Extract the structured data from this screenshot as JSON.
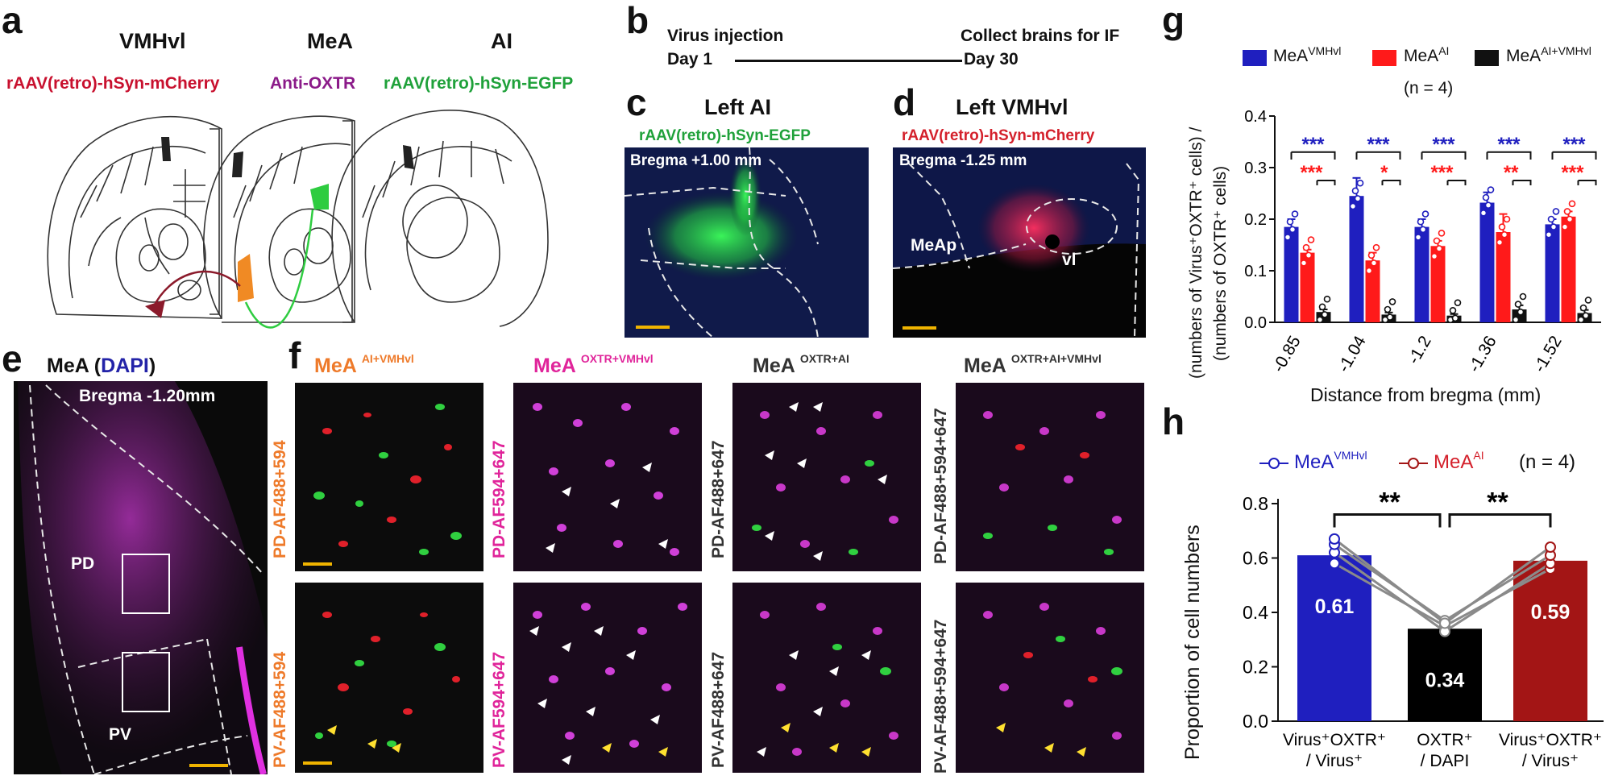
{
  "panel_a": {
    "label": "a",
    "regions": [
      "VMHvl",
      "MeA",
      "AI"
    ],
    "virus_left": "rAAV(retro)-hSyn-mCherry",
    "antibody": "Anti-OXTR",
    "virus_right": "rAAV(retro)-hSyn-EGFP"
  },
  "panel_b": {
    "label": "b",
    "left_title": "Virus injection",
    "left_day": "Day 1",
    "right_title": "Collect brains for IF",
    "right_day": "Day 30"
  },
  "panel_c": {
    "label": "c",
    "title": "Left AI",
    "virus": "rAAV(retro)-hSyn-EGFP",
    "bregma": "Bregma +1.00 mm"
  },
  "panel_d": {
    "label": "d",
    "title": "Left VMHvl",
    "virus": "rAAV(retro)-hSyn-mCherry",
    "bregma": "Bregma -1.25 mm",
    "region_meap": "MeAp",
    "region_vl": "vl"
  },
  "panel_e": {
    "label": "e",
    "title_prefix": "MeA (",
    "title_dapi": "DAPI",
    "title_suffix": ")",
    "bregma": "Bregma -1.20mm",
    "region_pd": "PD",
    "region_pv": "PV"
  },
  "panel_f": {
    "label": "f",
    "columns": [
      {
        "main": "MeA ",
        "sup": "AI+VMHvl",
        "color": "#ee7a2a",
        "top_label": "PD-AF488+594",
        "bottom_label": "PV-AF488+594"
      },
      {
        "main": "MeA ",
        "sup": "OXTR+VMHvl",
        "color": "#e0249a",
        "top_label": "PD-AF594+647",
        "bottom_label": "PV-AF594+647"
      },
      {
        "main": "MeA ",
        "sup": "OXTR+AI",
        "color": "#333333",
        "top_label": "PD-AF488+647",
        "bottom_label": "PV-AF488+647"
      },
      {
        "main": "MeA ",
        "sup": "OXTR+AI+VMHvl",
        "color": "#333333",
        "top_label": "PD-AF488+594+647",
        "bottom_label": "PV-AF488+594+647"
      }
    ]
  },
  "panel_g": {
    "label": "g",
    "legend": [
      {
        "main": "MeA",
        "sup": "VMHvl",
        "color": "#1f1fbf"
      },
      {
        "main": "MeA",
        "sup": "AI",
        "color": "#ff1a1a"
      },
      {
        "main": "MeA",
        "sup": "AI+VMHvl",
        "color": "#111111"
      }
    ],
    "n_label": "(n = 4)",
    "ylabel_line1": "(numbers of Virus⁺OXTR⁺ cells) /",
    "ylabel_line2": "(numbers of OXTR⁺ cells)",
    "xlabel": "Distance from bregma (mm)",
    "sig_blue": [
      "***",
      "***",
      "***",
      "***",
      "***"
    ],
    "sig_red": [
      "***",
      "*",
      "***",
      "**",
      "***"
    ]
  },
  "panel_h": {
    "label": "h",
    "legend": [
      {
        "main": "MeA",
        "sup": "VMHvl",
        "color": "#1f1fbf"
      },
      {
        "main": "MeA",
        "sup": "AI",
        "color": "#a31515"
      }
    ],
    "n_label": "(n = 4)",
    "ylabel": "Proportion of cell numbers",
    "sig": [
      "**",
      "**"
    ],
    "bar_values": [
      "0.61",
      "0.34",
      "0.59"
    ],
    "xlabels": [
      {
        "l1": "Virus⁺OXTR⁺",
        "l2": "/ Virus⁺"
      },
      {
        "l1": "OXTR⁺",
        "l2": "/ DAPI"
      },
      {
        "l1": "Virus⁺OXTR⁺",
        "l2": "/ Virus⁺"
      }
    ]
  },
  "chart_data": [
    {
      "type": "bar",
      "panel": "g",
      "categories": [
        "-0.85",
        "-1.04",
        "-1.2",
        "-1.36",
        "-1.52"
      ],
      "series": [
        {
          "name": "MeA VMHvl",
          "color": "#1f1fbf",
          "values": [
            0.185,
            0.245,
            0.185,
            0.232,
            0.19
          ],
          "errors": [
            0.015,
            0.035,
            0.015,
            0.02,
            0.01
          ]
        },
        {
          "name": "MeA AI",
          "color": "#ff1a1a",
          "values": [
            0.135,
            0.12,
            0.148,
            0.175,
            0.205
          ],
          "errors": [
            0.006,
            0.015,
            0.01,
            0.035,
            0.01
          ]
        },
        {
          "name": "MeA AI+VMHvl",
          "color": "#111111",
          "values": [
            0.02,
            0.015,
            0.013,
            0.025,
            0.018
          ],
          "errors": [
            0.005,
            0.004,
            0.003,
            0.008,
            0.006
          ]
        }
      ],
      "xlabel": "Distance from bregma (mm)",
      "ylim": [
        0,
        0.4
      ],
      "yticks": [
        "0.0",
        "0.1",
        "0.2",
        "0.3",
        "0.4"
      ]
    },
    {
      "type": "bar",
      "panel": "h",
      "categories": [
        "Virus⁺OXTR⁺ / Virus⁺",
        "OXTR⁺ / DAPI",
        "Virus⁺OXTR⁺ / Virus⁺"
      ],
      "values": [
        0.61,
        0.34,
        0.59
      ],
      "colors": [
        "#1f1fbf",
        "#000000",
        "#a31515"
      ],
      "paired_points": [
        [
          0.58,
          0.35,
          0.56
        ],
        [
          0.62,
          0.33,
          0.58
        ],
        [
          0.65,
          0.37,
          0.61
        ],
        [
          0.67,
          0.36,
          0.64
        ]
      ],
      "ylabel": "Proportion of cell numbers",
      "ylim": [
        0,
        0.8
      ],
      "yticks": [
        "0.0",
        "0.2",
        "0.4",
        "0.6",
        "0.8"
      ]
    }
  ]
}
